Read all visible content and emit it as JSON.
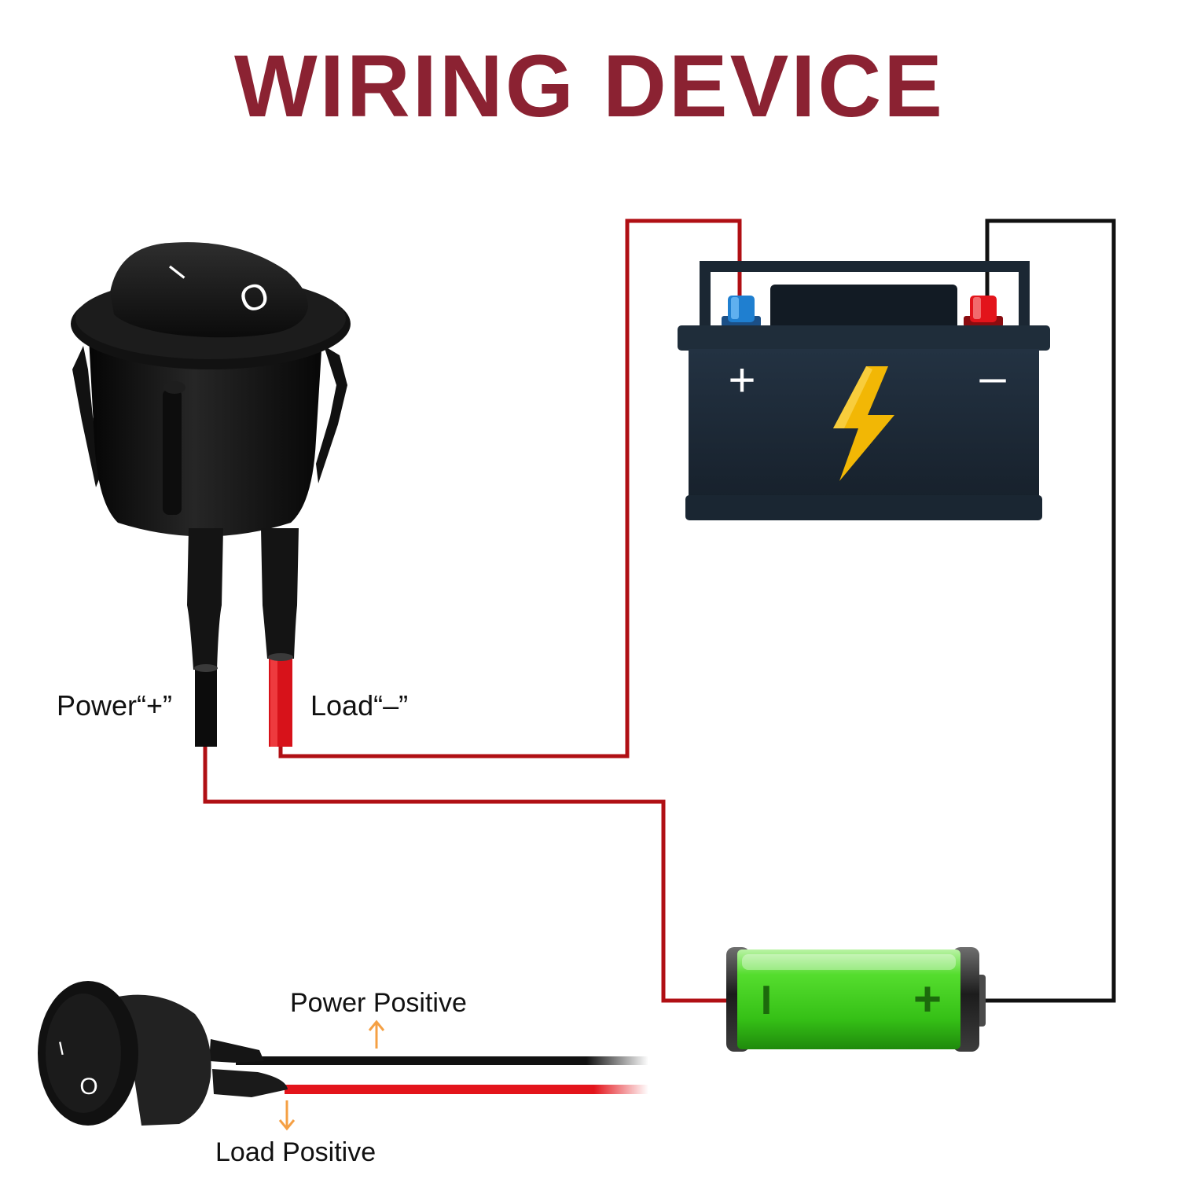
{
  "title": "WIRING DEVICE",
  "switch_labels": {
    "power_terminal": "Power“+”",
    "load_terminal": "Load“–”",
    "on_symbol": "I",
    "off_symbol": "O"
  },
  "battery_symbols": {
    "positive": "+",
    "negative": "–"
  },
  "load_cell_symbols": {
    "negative": "I",
    "positive": "+"
  },
  "cable_labels": {
    "power_positive": "Power Positive",
    "load_positive": "Load Positive"
  },
  "colors": {
    "title": "#8B2232",
    "wire_red": "#B00F14",
    "wire_black": "#111111",
    "battery_body": "#1E2B38",
    "battery_bolt": "#F2B705",
    "cell_green": "#36D11A",
    "arrow_orange": "#F5A044"
  }
}
